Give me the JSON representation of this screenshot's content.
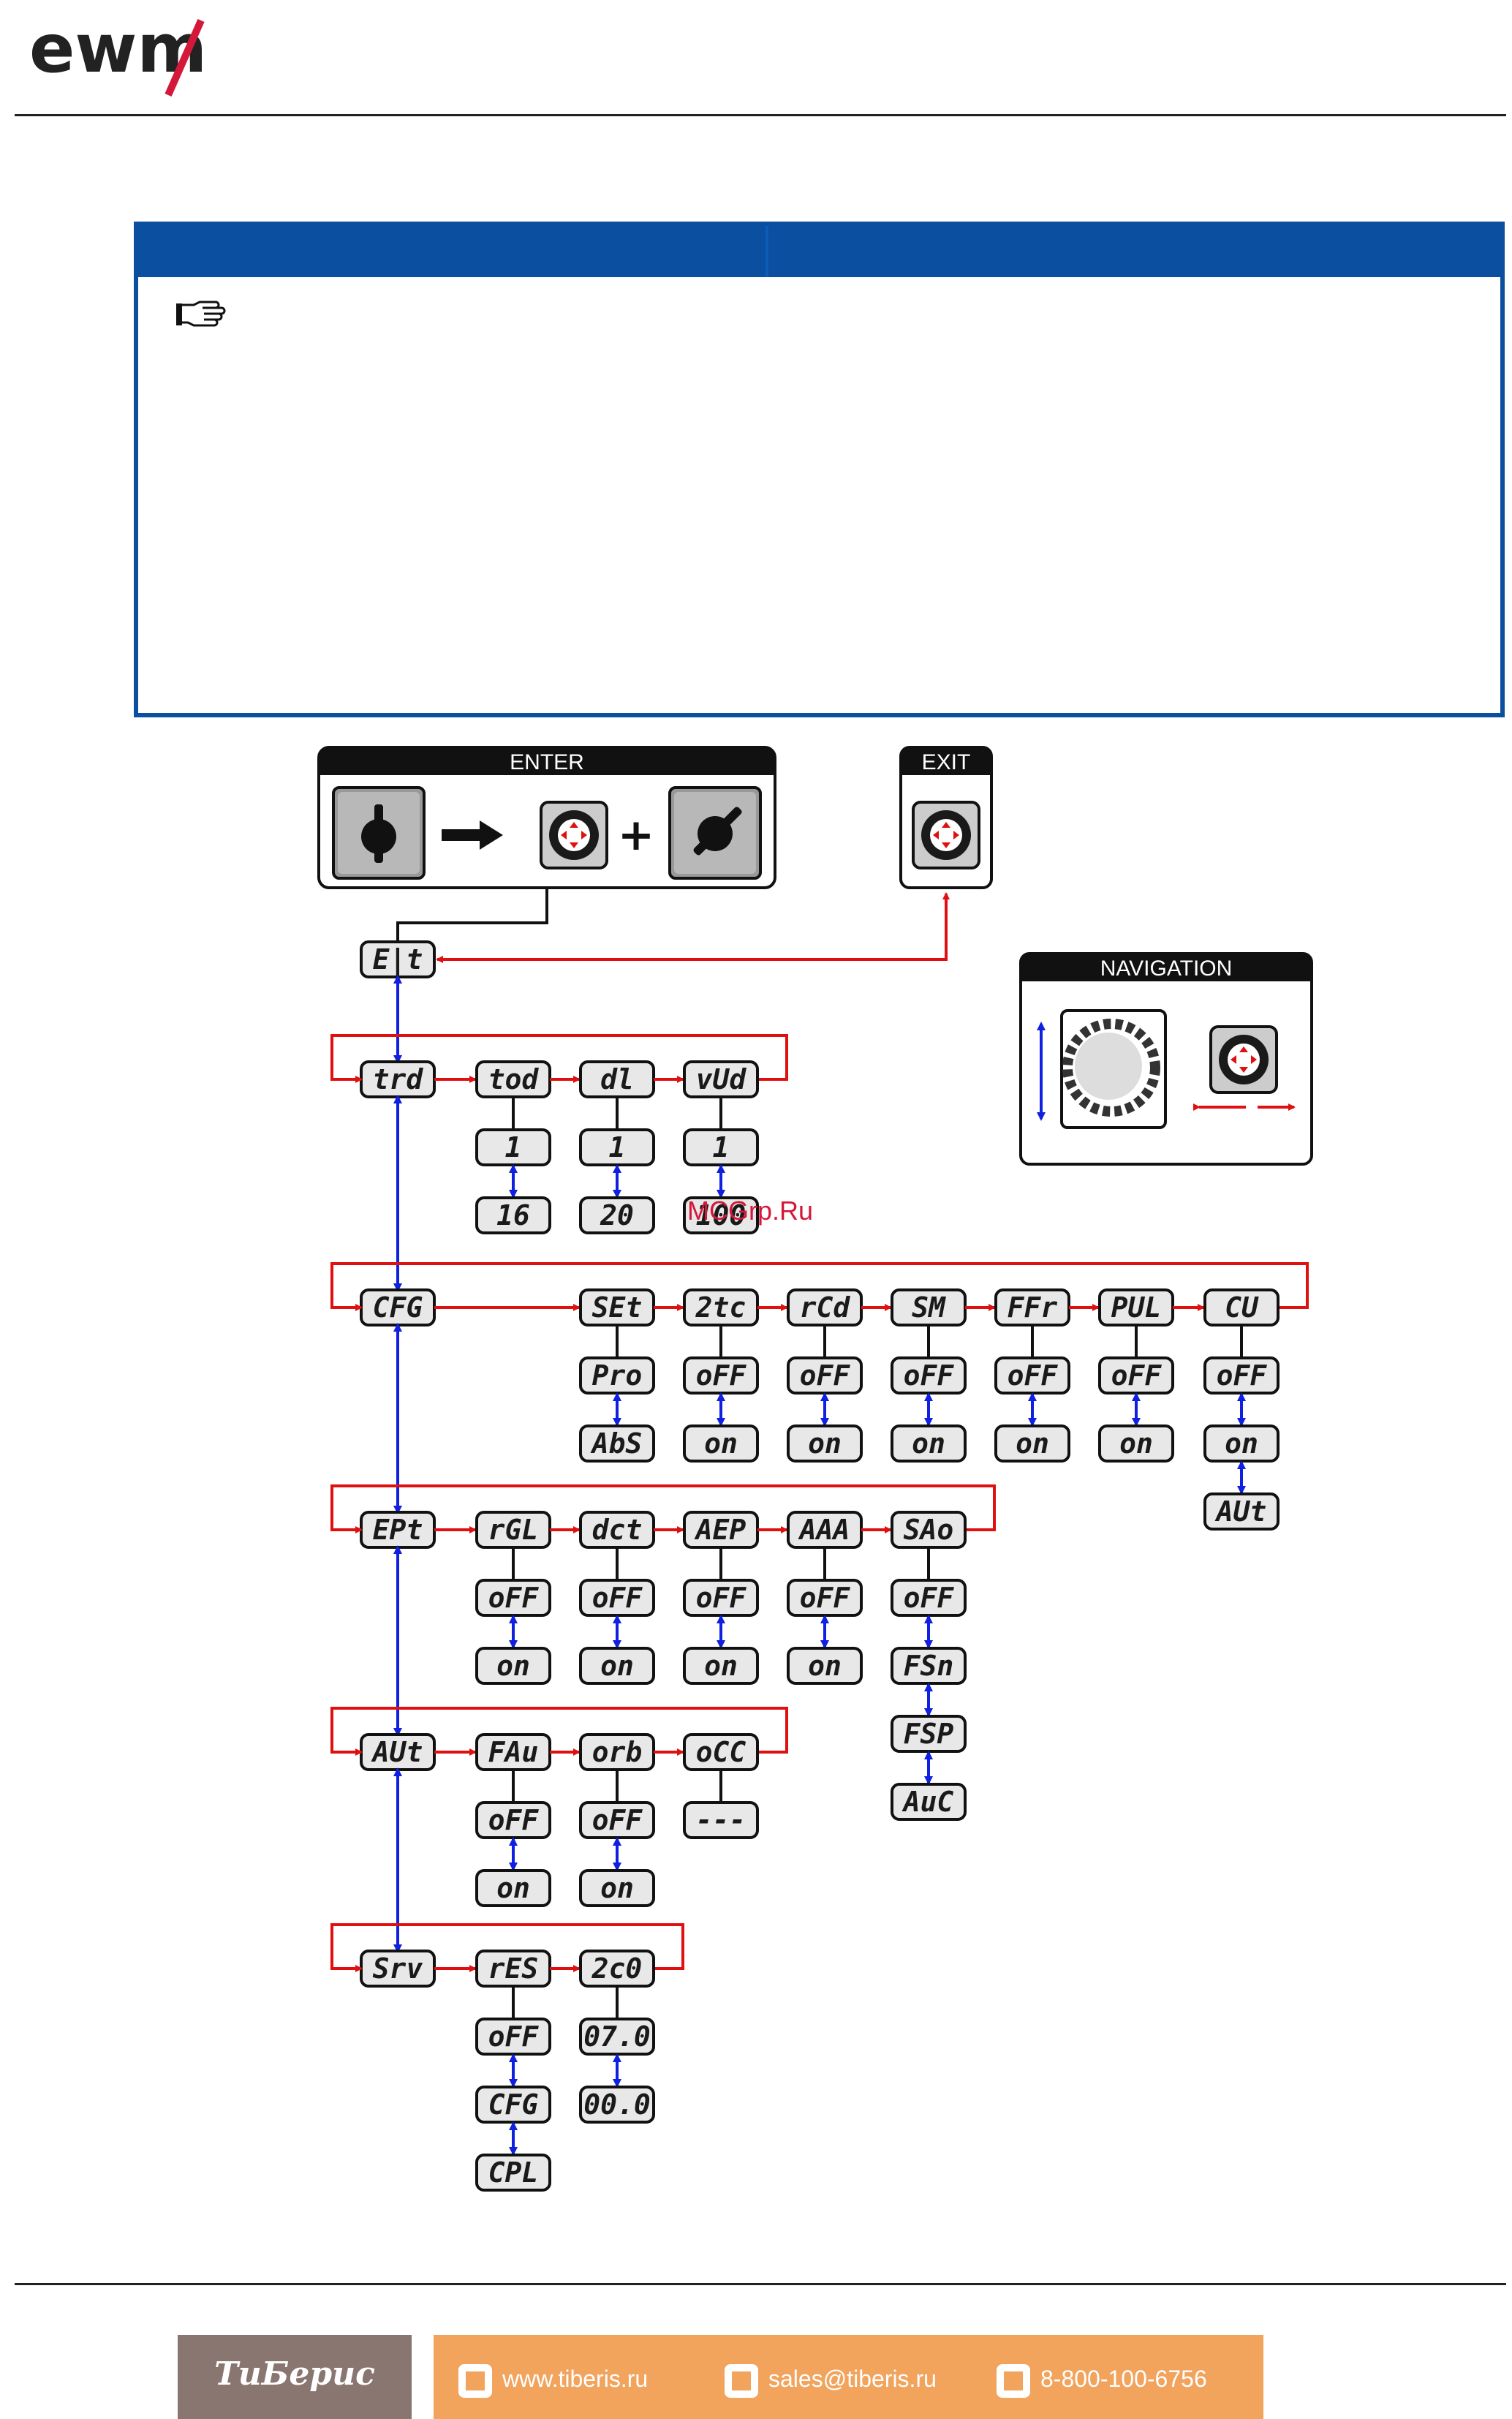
{
  "header": {
    "brand": "ewm"
  },
  "diagram": {
    "enter_title": "ENTER",
    "exit_title": "EXIT",
    "navigation_title": "NAVIGATION",
    "plus_sign": "+",
    "menu": {
      "root": "E|t",
      "trd": {
        "label": "trd",
        "children": [
          {
            "label": "tod",
            "values": [
              "1",
              "16"
            ]
          },
          {
            "label": "dl",
            "values": [
              "1",
              "20"
            ]
          },
          {
            "label": "vUd",
            "values": [
              "1",
              "100"
            ]
          }
        ]
      },
      "cfg": {
        "label": "CFG",
        "children": [
          {
            "label": "SEt",
            "values": [
              "Pro",
              "AbS"
            ]
          },
          {
            "label": "2tc",
            "values": [
              "oFF",
              "on"
            ]
          },
          {
            "label": "rCd",
            "values": [
              "oFF",
              "on"
            ]
          },
          {
            "label": "SM",
            "values": [
              "oFF",
              "on"
            ]
          },
          {
            "label": "FFr",
            "values": [
              "oFF",
              "on"
            ]
          },
          {
            "label": "PUL",
            "values": [
              "oFF",
              "on"
            ]
          },
          {
            "label": "CU",
            "values": [
              "oFF",
              "on",
              "AUt"
            ]
          }
        ]
      },
      "ept": {
        "label": "EPt",
        "children": [
          {
            "label": "rGL",
            "values": [
              "oFF",
              "on"
            ]
          },
          {
            "label": "dct",
            "values": [
              "oFF",
              "on"
            ]
          },
          {
            "label": "AEP",
            "values": [
              "oFF",
              "on"
            ]
          },
          {
            "label": "AAA",
            "values": [
              "oFF",
              "on"
            ]
          },
          {
            "label": "SAo",
            "values": [
              "oFF",
              "FSn",
              "FSP",
              "AuC"
            ]
          }
        ]
      },
      "aut": {
        "label": "AUt",
        "children": [
          {
            "label": "FAu",
            "values": [
              "oFF",
              "on"
            ]
          },
          {
            "label": "orb",
            "values": [
              "oFF",
              "on"
            ]
          },
          {
            "label": "oCC",
            "values": [
              "---"
            ]
          }
        ]
      },
      "srv": {
        "label": "Srv",
        "children": [
          {
            "label": "rES",
            "values": [
              "oFF",
              "CFG",
              "CPL"
            ]
          },
          {
            "label": "2c0",
            "values": [
              "07.0",
              "00.0"
            ]
          }
        ]
      }
    },
    "watermark": "MCGrp.Ru"
  },
  "footer": {
    "brand": "ТиБерис",
    "website": "www.tiberis.ru",
    "email": "sales@tiberis.ru",
    "phone": "8-800-100-6756"
  },
  "colors": {
    "accent_blue": "#0b4fa0",
    "arrow_red": "#e01010",
    "arrow_blue": "#1020e0",
    "footer_orange": "#f2a35c",
    "footer_brown": "#8a7670"
  }
}
